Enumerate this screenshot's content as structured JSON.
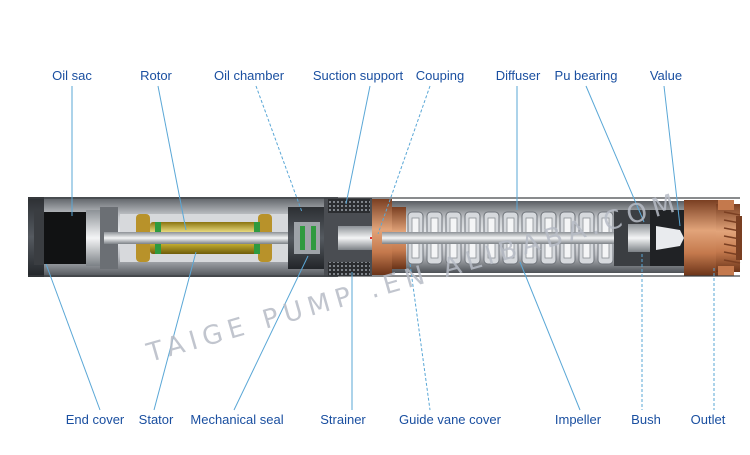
{
  "labels_top": {
    "oil_sac": "Oil sac",
    "rotor": "Rotor",
    "oil_chamber": "Oil chamber",
    "suction_support": "Suction support",
    "couping": "Couping",
    "diffuser": "Diffuser",
    "pu_bearing": "Pu bearing",
    "value": "Value"
  },
  "labels_bottom": {
    "end_cover": "End cover",
    "stator": "Stator",
    "mechanical_seal": "Mechanical seal",
    "strainer": "Strainer",
    "guide_vane_cover": "Guide vane cover",
    "impeller": "Impeller",
    "bush": "Bush",
    "outlet": "Outlet"
  },
  "watermark": "TAIGE PUMP .EN ALIBABA.COM"
}
